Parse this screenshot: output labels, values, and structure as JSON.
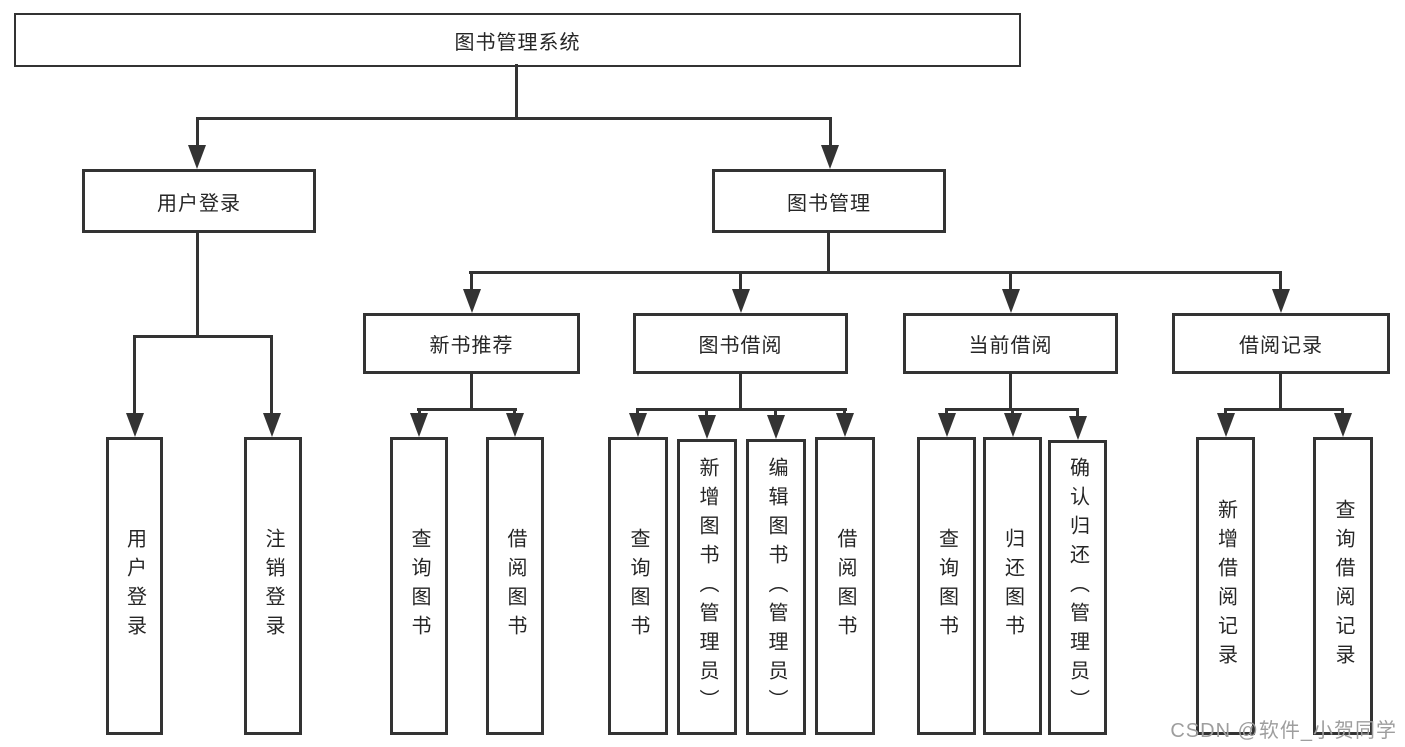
{
  "tree": {
    "label": "图书管理系统",
    "children": [
      {
        "label": "用户登录",
        "children": [
          {
            "label": "用户登录"
          },
          {
            "label": "注销登录"
          }
        ]
      },
      {
        "label": "图书管理",
        "children": [
          {
            "label": "新书推荐",
            "children": [
              {
                "label": "查询图书"
              },
              {
                "label": "借阅图书"
              }
            ]
          },
          {
            "label": "图书借阅",
            "children": [
              {
                "label": "查询图书"
              },
              {
                "label": "新增图书（管理员）"
              },
              {
                "label": "编辑图书（管理员）"
              },
              {
                "label": "借阅图书"
              }
            ]
          },
          {
            "label": "当前借阅",
            "children": [
              {
                "label": "查询图书"
              },
              {
                "label": "归还图书"
              },
              {
                "label": "确认归还（管理员）"
              }
            ]
          },
          {
            "label": "借阅记录",
            "children": [
              {
                "label": "新增借阅记录"
              },
              {
                "label": "查询借阅记录"
              }
            ]
          }
        ]
      }
    ]
  },
  "watermark": {
    "text": "CSDN @软件_小贺同学"
  },
  "colors": {
    "line": "#333333",
    "box_background": "#ffffff",
    "text": "#262626",
    "watermark": "#9e9e9e"
  }
}
